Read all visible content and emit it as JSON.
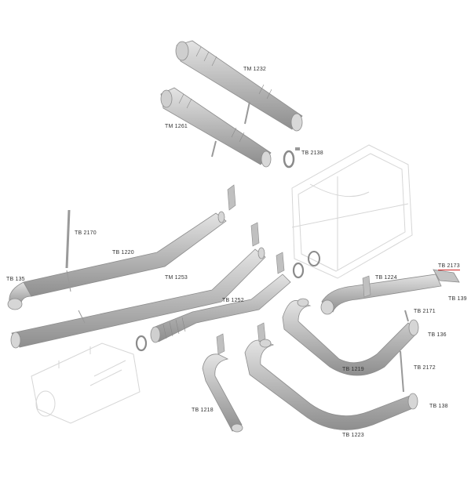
{
  "diagram": {
    "highlight_color": "#cc2222",
    "part_color": "#b9b9b9",
    "outline_color": "#8c8c8c",
    "ghost_color": "#d8d8d8",
    "labels": [
      {
        "id": "tm1232",
        "text": "TM 1232"
      },
      {
        "id": "tm1261",
        "text": "TM 1261"
      },
      {
        "id": "tb2138",
        "text": "TB 2138"
      },
      {
        "id": "tb2170",
        "text": "TB 2170"
      },
      {
        "id": "tb1220",
        "text": "TB 1220"
      },
      {
        "id": "tb135",
        "text": "TB 135"
      },
      {
        "id": "tm1253",
        "text": "TM 1253"
      },
      {
        "id": "tb1252",
        "text": "TB 1252"
      },
      {
        "id": "tb1224",
        "text": "TB 1224"
      },
      {
        "id": "tb2173",
        "text": "TB 2173",
        "highlighted": true
      },
      {
        "id": "tb139",
        "text": "TB 139"
      },
      {
        "id": "tb2171",
        "text": "TB 2171"
      },
      {
        "id": "tb136",
        "text": "TB 136"
      },
      {
        "id": "tb1219",
        "text": "TB 1219"
      },
      {
        "id": "tb2172",
        "text": "TB 2172"
      },
      {
        "id": "tb138",
        "text": "TB 138"
      },
      {
        "id": "tb1218",
        "text": "TB 1218"
      },
      {
        "id": "tb1223",
        "text": "TB 1223"
      }
    ]
  }
}
